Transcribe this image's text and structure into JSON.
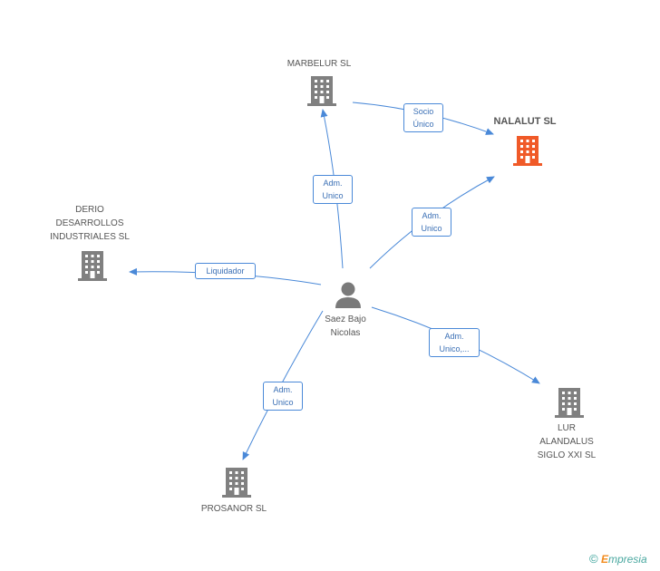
{
  "colors": {
    "edge": "#4a89d8",
    "company_icon": "#808080",
    "highlight_icon": "#f05a28",
    "person_icon": "#7a7a7a"
  },
  "nodes": {
    "marbelur": {
      "label": "MARBELUR SL",
      "icon": "building-icon"
    },
    "nalalut": {
      "label": "NALALUT SL",
      "icon": "building-icon"
    },
    "derio": {
      "label": "DERIO\nDESARROLLOS\nINDUSTRIALES SL",
      "icon": "building-icon"
    },
    "person": {
      "label": "Saez Bajo\nNicolas",
      "icon": "person-icon"
    },
    "lur": {
      "label": "LUR\nALANDALUS\nSIGLO XXI SL",
      "icon": "building-icon"
    },
    "prosanor": {
      "label": "PROSANOR SL",
      "icon": "building-icon"
    }
  },
  "edges": {
    "person_marbelur": "Adm.\nUnico",
    "marbelur_nalalut": "Socio\nÚnico",
    "person_nalalut": "Adm.\nUnico",
    "person_derio": "Liquidador",
    "person_lur": "Adm.\nUnico,...",
    "person_prosanor": "Adm.\nUnico"
  },
  "footer": {
    "copyright": "©",
    "brand_first": "E",
    "brand_rest": "mpresia"
  }
}
